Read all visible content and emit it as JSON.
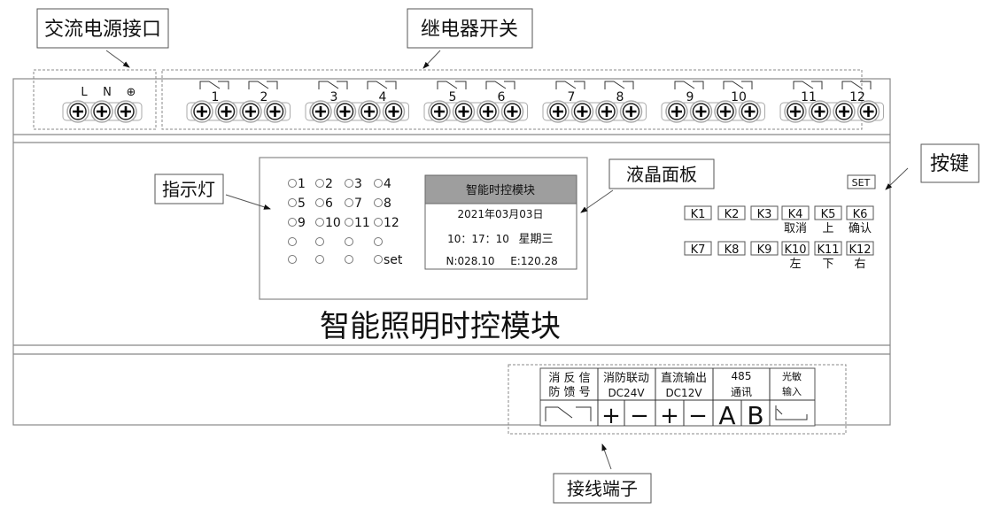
{
  "callouts": {
    "ac_power": "交流电源接口",
    "relay_switch": "继电器开关",
    "indicator": "指示灯",
    "lcd_panel": "液晶面板",
    "keys": "按键",
    "wiring_terminal": "接线端子"
  },
  "power_terminals": [
    "L",
    "N",
    "⊕"
  ],
  "relays": [
    "1",
    "2",
    "3",
    "4",
    "5",
    "6",
    "7",
    "8",
    "9",
    "10",
    "11",
    "12"
  ],
  "leds": [
    [
      "1",
      "2",
      "3",
      "4"
    ],
    [
      "5",
      "6",
      "7",
      "8"
    ],
    [
      "9",
      "10",
      "11",
      "12"
    ],
    [
      "",
      "",
      "",
      ""
    ],
    [
      "",
      "",
      "",
      "set"
    ]
  ],
  "lcd": {
    "header": "智能时控模块",
    "date": "2021年03月03日",
    "time": "10：17：10",
    "weekday": "星期三",
    "lat": "N:028.10",
    "lon": "E:120.28"
  },
  "set_key": "SET",
  "keys_row1": [
    {
      "label": "K1",
      "sub": ""
    },
    {
      "label": "K2",
      "sub": ""
    },
    {
      "label": "K3",
      "sub": ""
    },
    {
      "label": "K4",
      "sub": "取消"
    },
    {
      "label": "K5",
      "sub": "上"
    },
    {
      "label": "K6",
      "sub": "确认"
    }
  ],
  "keys_row2": [
    {
      "label": "K7",
      "sub": ""
    },
    {
      "label": "K8",
      "sub": ""
    },
    {
      "label": "K9",
      "sub": ""
    },
    {
      "label": "K10",
      "sub": "左"
    },
    {
      "label": "K11",
      "sub": "下"
    },
    {
      "label": "K12",
      "sub": "右"
    }
  ],
  "module_title": "智能照明时控模块",
  "terminal_table": {
    "feedback": [
      "消 反 信",
      "防 馈 号"
    ],
    "fire_link": [
      "消防联动",
      "DC24V"
    ],
    "dc_out": [
      "直流输出",
      "DC12V"
    ],
    "rs485": [
      "485",
      "通讯"
    ],
    "photo": [
      "光敏",
      "输入"
    ],
    "plus": "+",
    "minus": "−",
    "a": "A",
    "b": "B"
  }
}
